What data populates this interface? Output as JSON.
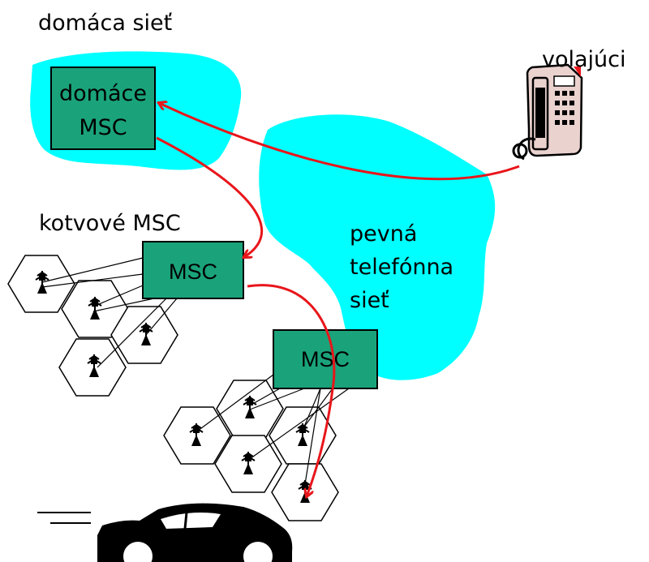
{
  "labels": {
    "home_network": "domáca sieť",
    "caller": "volajúci",
    "anchor_msc": "kotvové MSC",
    "pstn_line1": "pevná",
    "pstn_line2": "telefónna",
    "pstn_line3": "sieť"
  },
  "nodes": {
    "home_msc_line1": "domáce",
    "home_msc_line2": "MSC",
    "anchor_msc_box": "MSC",
    "visited_msc_box": "MSC"
  },
  "colors": {
    "cloud": "#00ffff",
    "msc_box": "#1aa37a",
    "arrow": "#e8161b",
    "cell_stroke": "#000000",
    "phone_body": "#ead2cf"
  },
  "icons": [
    "telephone-icon",
    "antenna-icon",
    "car-icon"
  ]
}
